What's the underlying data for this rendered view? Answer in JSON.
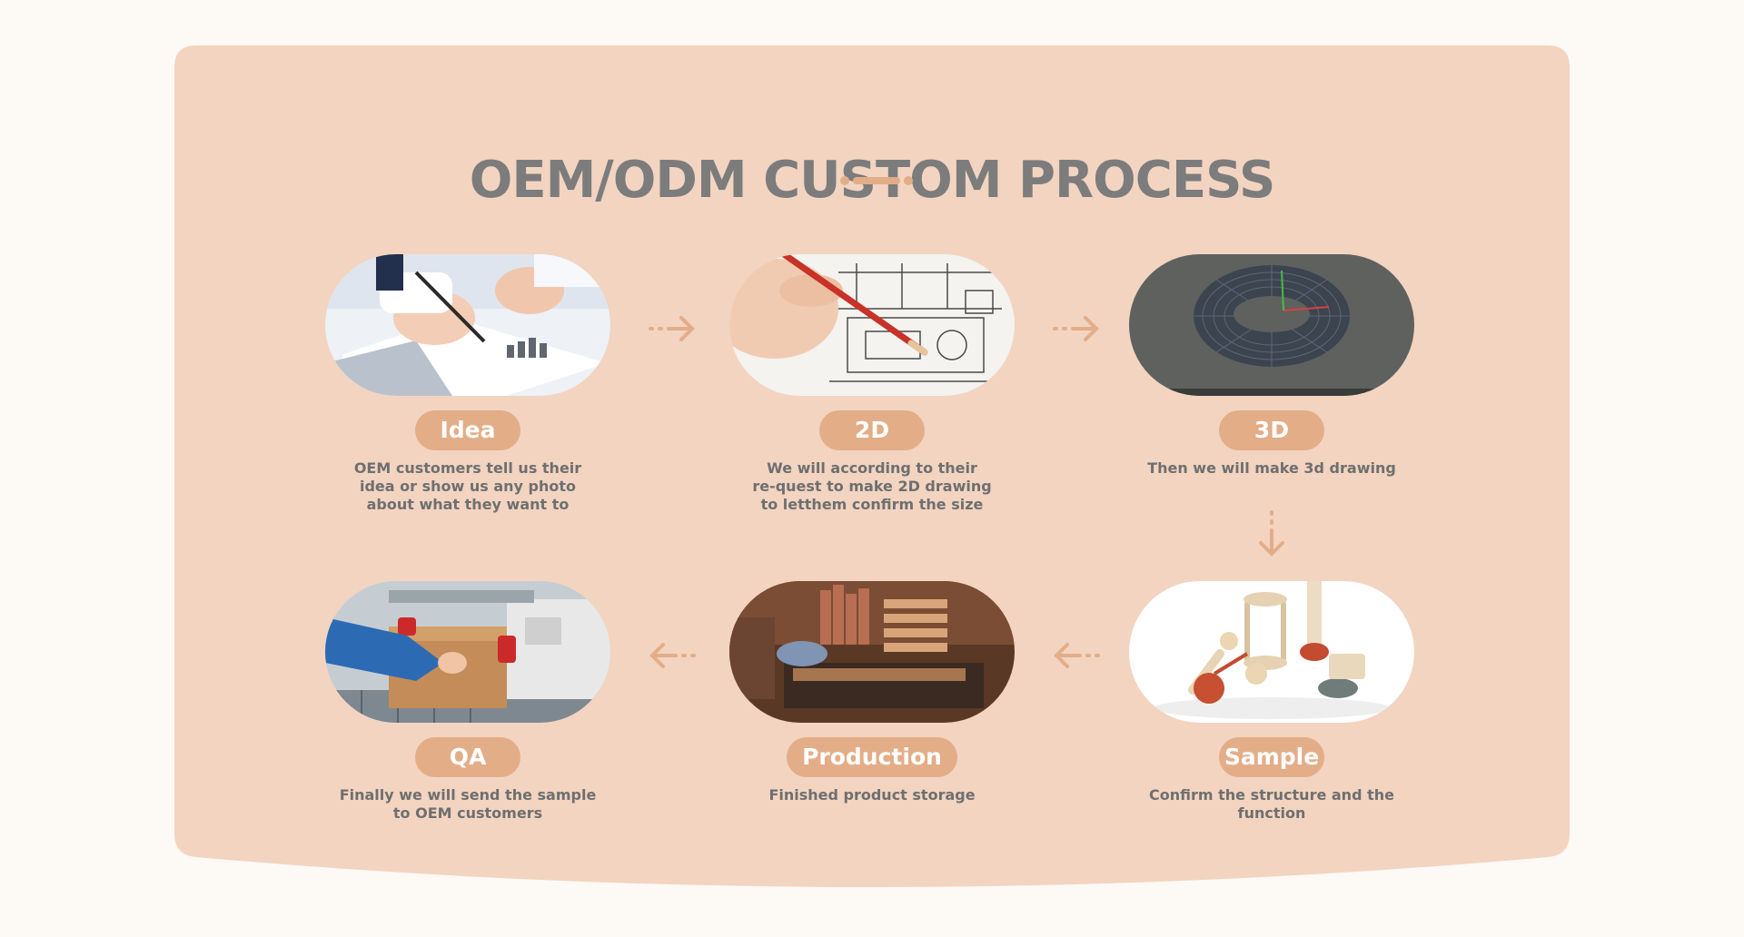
{
  "title": "OEM/ODM CUSTOM PROCESS",
  "colors": {
    "background": "#fdf9f5",
    "panel": "#f2d4c1",
    "accent": "#e3ad88",
    "title_text": "#7c7c7c",
    "body_text": "#6f6f6f"
  },
  "steps": [
    {
      "label": "Idea",
      "description": "OEM customers tell us their\nidea or show us any photo\nabout what they want to",
      "image": "business-document-photo"
    },
    {
      "label": "2D",
      "description": "We will according to their\nre-quest to make 2D drawing\nto letthem confirm the size",
      "image": "technical-drawing-photo"
    },
    {
      "label": "3D",
      "description": "Then we will make 3d drawing",
      "image": "3d-torus-render"
    },
    {
      "label": "Sample",
      "description": "Confirm the structure and the\nfunction",
      "image": "wooden-toy-samples-photo"
    },
    {
      "label": "Production",
      "description": "Finished product storage",
      "image": "wood-workshop-photo"
    },
    {
      "label": "QA",
      "description": "Finally we will send the sample\nto OEM customers",
      "image": "carton-packing-photo"
    }
  ],
  "arrows": [
    "arrow-right-icon",
    "arrow-right-icon",
    "arrow-down-icon",
    "arrow-left-icon",
    "arrow-left-icon"
  ]
}
